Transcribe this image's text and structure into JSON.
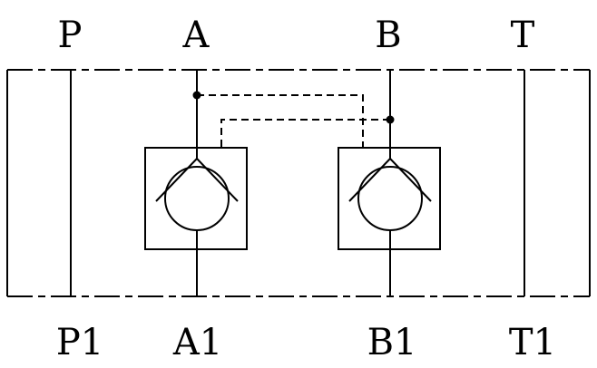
{
  "ports": {
    "top": {
      "p": "P",
      "a": "A",
      "b": "B",
      "t": "T"
    },
    "bottom": {
      "p1": "P1",
      "a1": "A1",
      "b1": "B1",
      "t1": "T1"
    }
  },
  "colors": {
    "line": "#000000",
    "background": "#ffffff"
  }
}
